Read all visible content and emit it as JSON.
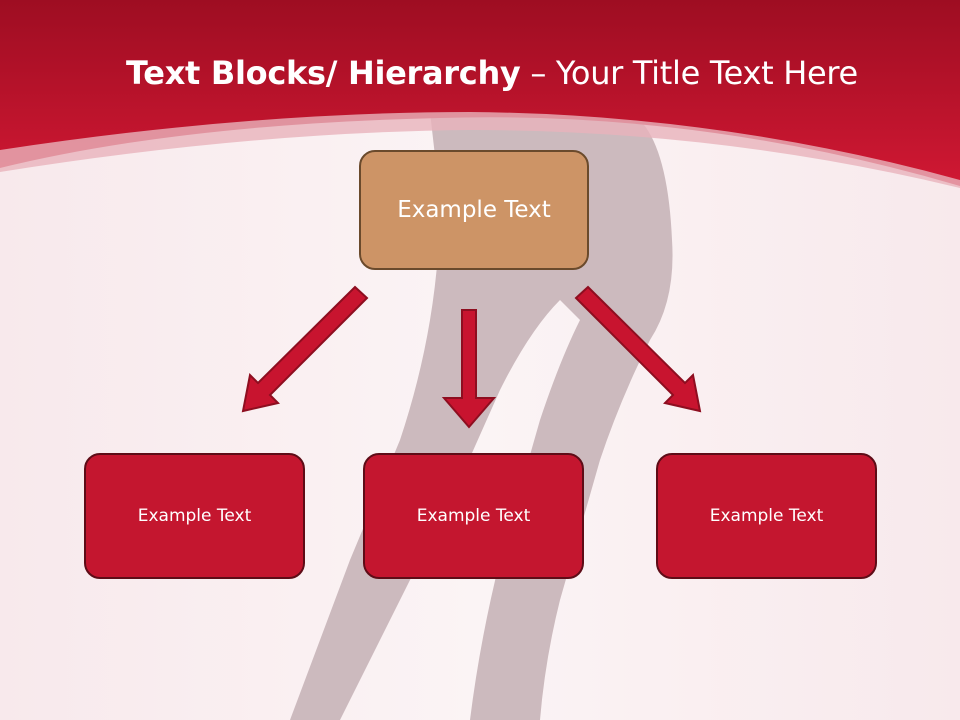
{
  "slide": {
    "title_bold": "Text Blocks/ Hierarchy",
    "title_rest": " – Your Title Text Here"
  },
  "hierarchy": {
    "top": {
      "label": "Example Text"
    },
    "children": [
      {
        "label": "Example Text"
      },
      {
        "label": "Example Text"
      },
      {
        "label": "Example Text"
      }
    ]
  },
  "colors": {
    "header": "#c8142f",
    "top_box": "#cd9466",
    "child_box": "#c4162f",
    "arrow": "#c8142f"
  }
}
